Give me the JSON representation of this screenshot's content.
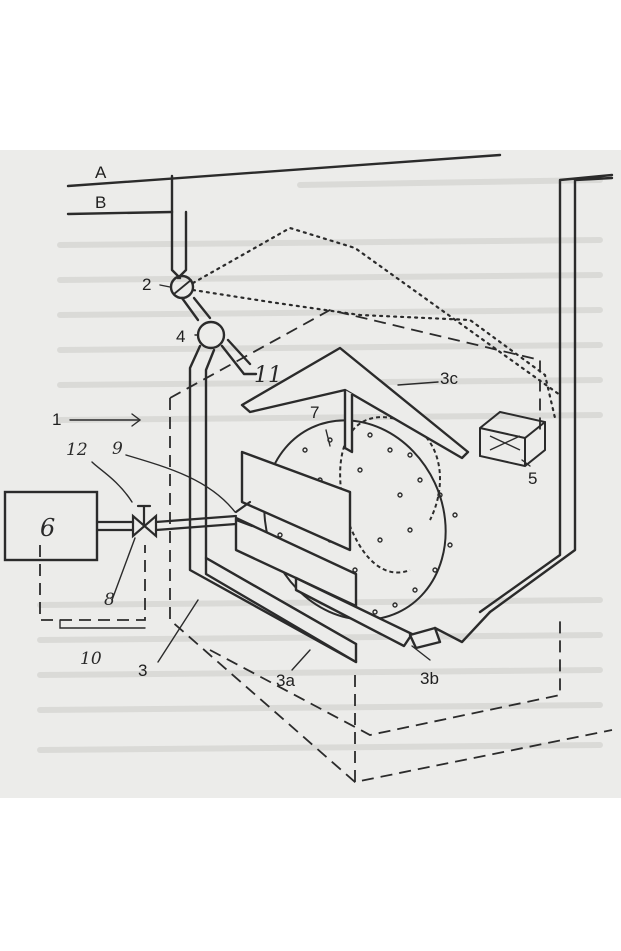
{
  "diagram": {
    "labels": {
      "line_a": "A",
      "line_b": "B",
      "l1": "1",
      "l2": "2",
      "l3": "3",
      "l3a": "3a",
      "l3b": "3b",
      "l3c": "3c",
      "l4": "4",
      "l5": "5",
      "l6": "6",
      "l7": "7",
      "l8": "8",
      "l9": "9",
      "l10": "10",
      "l11": "11",
      "l12": "12"
    },
    "colors": {
      "paper": "#ececea",
      "ink": "#2b2b2b",
      "faint_ink": "#8a8a8a"
    }
  }
}
